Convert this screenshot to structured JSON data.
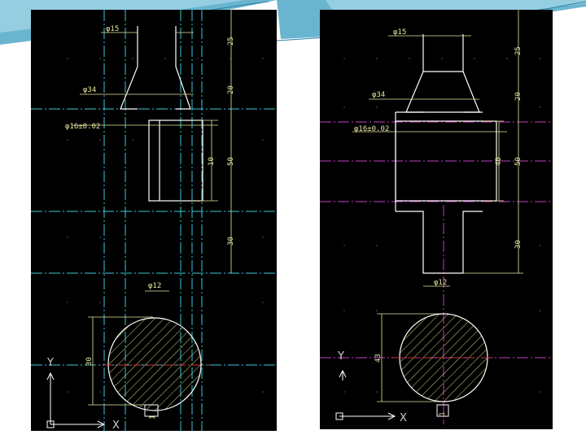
{
  "slide": {
    "accent_colors": [
      "#4fa8c8",
      "#a8d8e8",
      "#2a7fa6"
    ]
  },
  "left_drawing": {
    "dims": {
      "d_top": "φ15",
      "len_top": "25",
      "d_cone": "φ34",
      "len_cone": "20",
      "d_bore": "φ16±0.02",
      "len_bore": "10",
      "len_mid": "50",
      "len_low": "30",
      "d_bottom": "φ12",
      "circle_dim": "30",
      "small_dim": "1"
    },
    "axis": {
      "y": "Y",
      "x": "X"
    },
    "colors": {
      "center": "#3cc8d8",
      "outline": "#ffffff",
      "dim": "#e6e6a0",
      "hatch": "#c8d878",
      "red": "#d03030"
    }
  },
  "right_drawing": {
    "dims": {
      "d_top": "φ15",
      "len_top": "25",
      "d_cone": "φ34",
      "len_cone": "20",
      "d_bore": "φ16±0.02",
      "len_bore": "40",
      "len_mid": "50",
      "len_low": "30",
      "d_bottom": "φ12",
      "circle_dim": "43",
      "small_dim": "1"
    },
    "axis": {
      "y": "Y",
      "x": "X"
    },
    "colors": {
      "center": "#c040c0",
      "outline": "#ffffff",
      "dim": "#e6e6a0",
      "hatch": "#c8d878",
      "red": "#d03030"
    }
  }
}
